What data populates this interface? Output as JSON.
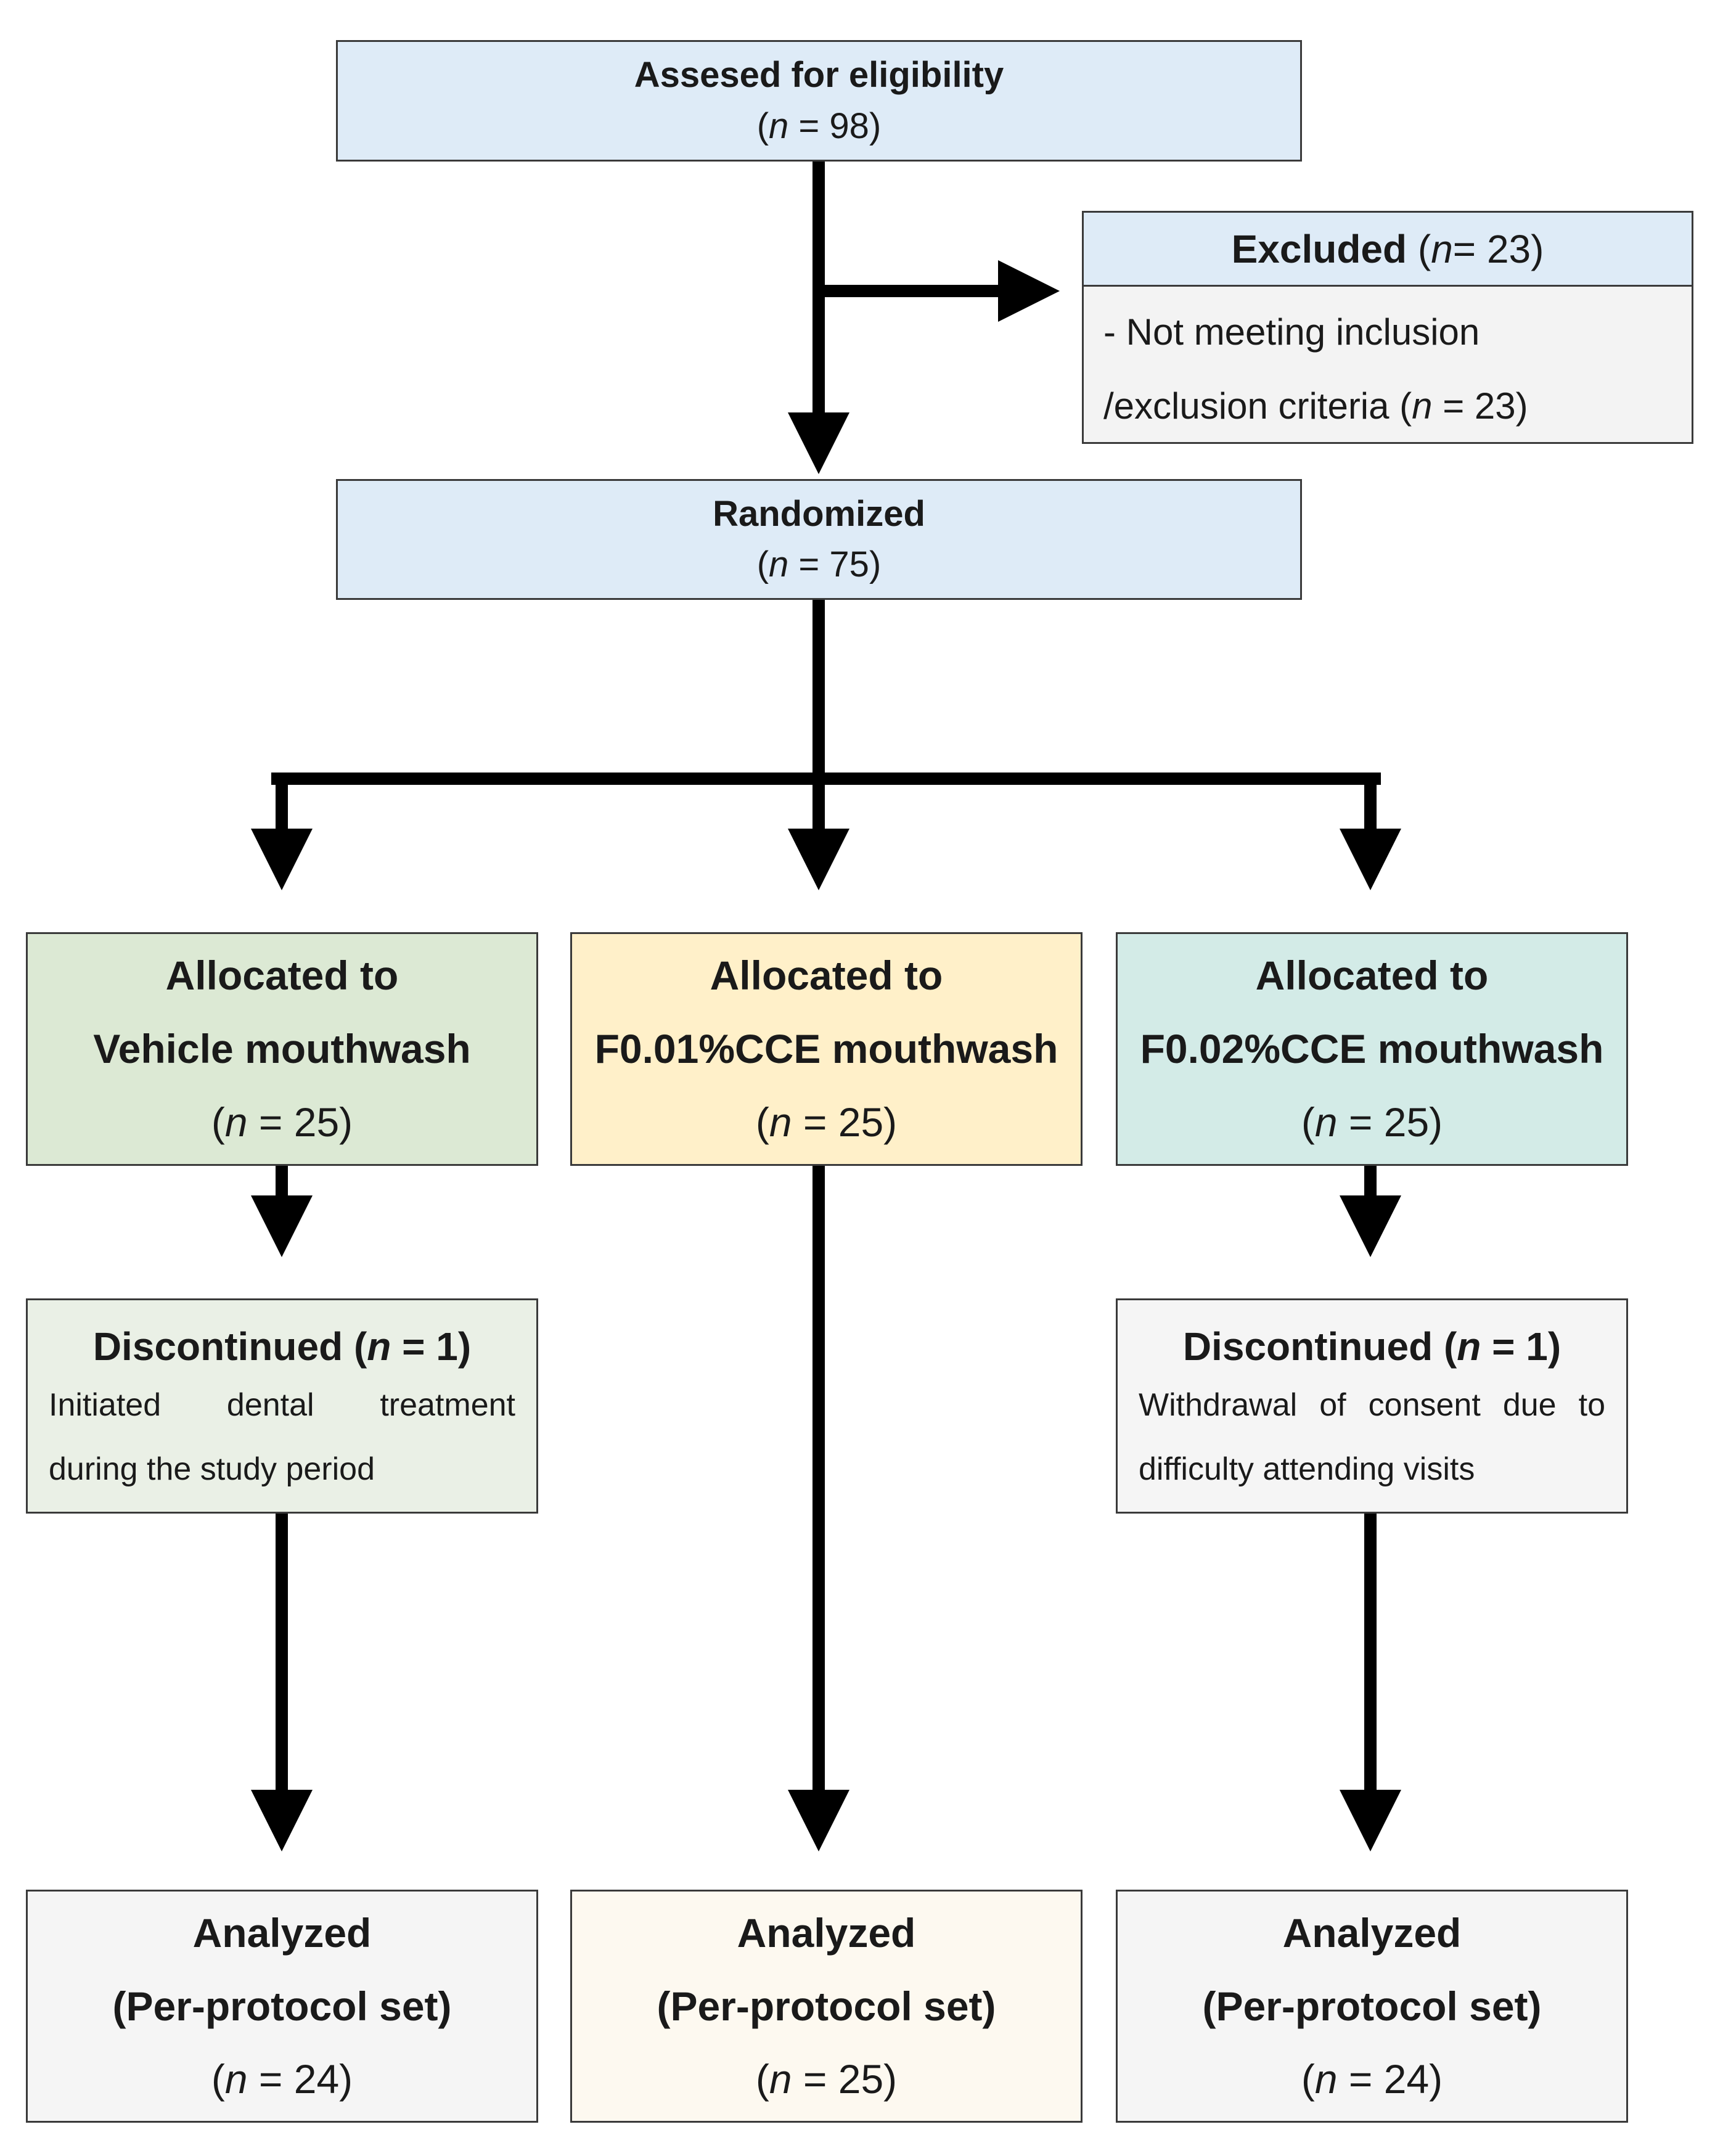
{
  "assessed": {
    "title": "Assesed for eligibility",
    "n_label": "n",
    "n_value": " = 98"
  },
  "excluded": {
    "title": "Excluded",
    "n_label": "n",
    "n_value": " = 23",
    "reason_line1": "- Not meeting inclusion",
    "reason_line2": "/exclusion criteria",
    "reason_n_label": "n",
    "reason_n_value": " = 23"
  },
  "randomized": {
    "title": "Randomized",
    "n_label": "n",
    "n_value": " = 75"
  },
  "arms": [
    {
      "allocated_line1": "Allocated to",
      "allocated_line2": "Vehicle mouthwash",
      "allocated_n_label": "n",
      "allocated_n_value": " = 25",
      "discontinued_title": "Discontinued",
      "discontinued_n_label": "n",
      "discontinued_n_value": " = 1",
      "discontinued_reason_line1": "Initiated dental treatment",
      "discontinued_reason_line2": "during the study period",
      "analyzed_line1": "Analyzed",
      "analyzed_line2": "(Per-protocol set)",
      "analyzed_n_label": "n",
      "analyzed_n_value": " = 24",
      "color_allocated": "#dce9d4"
    },
    {
      "allocated_line1": "Allocated to",
      "allocated_line2": "F0.01%CCE mouthwash",
      "allocated_n_label": "n",
      "allocated_n_value": " = 25",
      "analyzed_line1": "Analyzed",
      "analyzed_line2": "(Per-protocol set)",
      "analyzed_n_label": "n",
      "analyzed_n_value": " = 25",
      "color_allocated": "#fff0c9"
    },
    {
      "allocated_line1": "Allocated to",
      "allocated_line2": "F0.02%CCE mouthwash",
      "allocated_n_label": "n",
      "allocated_n_value": " = 25",
      "discontinued_title": "Discontinued",
      "discontinued_n_label": "n",
      "discontinued_n_value": " = 1",
      "discontinued_reason_line1": "Withdrawal of consent due to",
      "discontinued_reason_line2": "difficulty attending visits",
      "analyzed_line1": "Analyzed",
      "analyzed_line2": "(Per-protocol set)",
      "analyzed_n_label": "n",
      "analyzed_n_value": " = 24",
      "color_allocated": "#d3ebe7"
    }
  ],
  "colors": {
    "stage_box": "#deebf7",
    "border": "#3a3a3a",
    "arrow": "#000000"
  }
}
